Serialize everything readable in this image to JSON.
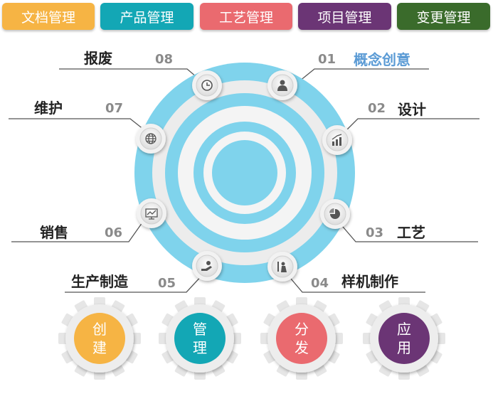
{
  "tabs": [
    {
      "label": "文档管理",
      "color": "#f6b444"
    },
    {
      "label": "产品管理",
      "color": "#13a7b5"
    },
    {
      "label": "工艺管理",
      "color": "#ea6a6f"
    },
    {
      "label": "项目管理",
      "color": "#6b3575"
    },
    {
      "label": "变更管理",
      "color": "#3a6b2b"
    }
  ],
  "stages": [
    {
      "num": "01",
      "label": "概念创意",
      "icon": "person-icon"
    },
    {
      "num": "02",
      "label": "设计",
      "icon": "growth-chart-icon"
    },
    {
      "num": "03",
      "label": "工艺",
      "icon": "pie-chart-icon"
    },
    {
      "num": "04",
      "label": "样机制作",
      "icon": "presenter-icon"
    },
    {
      "num": "05",
      "label": "生产制造",
      "icon": "hand-icon"
    },
    {
      "num": "06",
      "label": "销售",
      "icon": "monitor-chart-icon"
    },
    {
      "num": "07",
      "label": "维护",
      "icon": "globe-icon"
    },
    {
      "num": "08",
      "label": "报废",
      "icon": "clock-icon"
    }
  ],
  "gears": [
    {
      "line1": "创",
      "line2": "建",
      "color": "#f6b444"
    },
    {
      "line1": "管",
      "line2": "理",
      "color": "#13a7b5"
    },
    {
      "line1": "分",
      "line2": "发",
      "color": "#ea6a6f"
    },
    {
      "line1": "应",
      "line2": "用",
      "color": "#6b3575"
    }
  ],
  "colors": {
    "ring": "#7fd3ec",
    "accent_label": "#5b9bd5",
    "text": "#222222",
    "number": "#8a8a8a"
  }
}
